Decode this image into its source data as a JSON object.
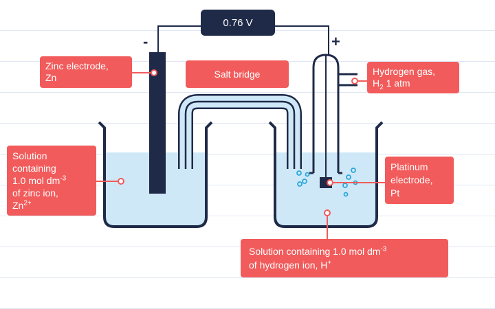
{
  "voltmeter": {
    "reading": "0.76 V"
  },
  "terminals": {
    "negative": "-",
    "positive": "+"
  },
  "labels": {
    "zinc_electrode": {
      "line1": "Zinc electrode,",
      "line2": "Zn"
    },
    "salt_bridge": "Salt bridge",
    "hydrogen_gas": {
      "line1": "Hydrogen gas,",
      "line2_pre": "H",
      "line2_sub": "2",
      "line2_post": " 1 atm"
    },
    "zinc_solution": {
      "line1": "Solution",
      "line2": "containing",
      "line3_pre": "1.0 mol dm",
      "line3_sup": "-3",
      "line4": "of zinc ion,",
      "line5_pre": "Zn",
      "line5_sup": "2+"
    },
    "platinum_electrode": {
      "line1": "Platinum",
      "line2": "electrode,",
      "line3": "Pt"
    },
    "hydrogen_solution": {
      "line1_pre": "Solution containing  1.0 mol dm",
      "line1_sup": "-3",
      "line2_pre": "of hydrogen ion, H",
      "line2_sup": "+"
    }
  },
  "colors": {
    "label_bg": "#f25b5b",
    "navy": "#1f2a48",
    "solution": "#cfe8f7",
    "bubble": "#2aa7d9",
    "ruled_line": "#dfe6f2"
  }
}
